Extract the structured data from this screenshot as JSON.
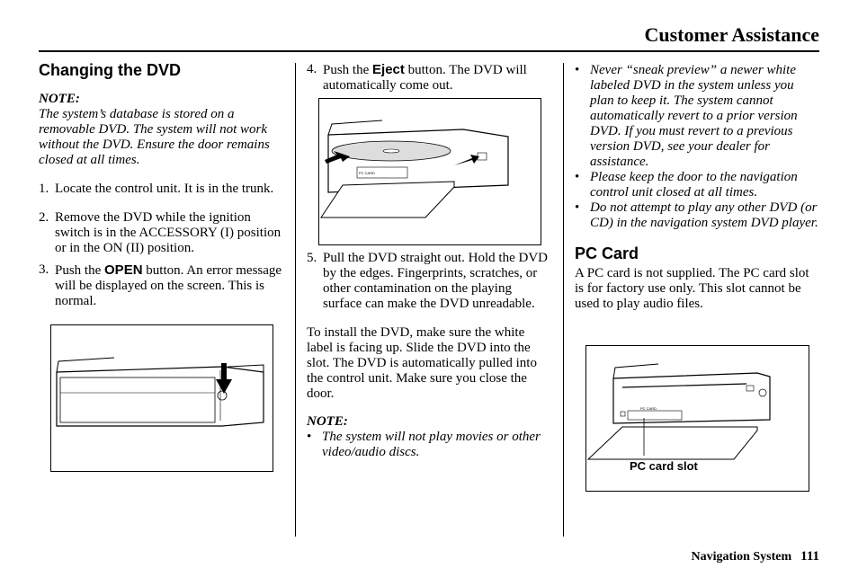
{
  "header": {
    "title": "Customer Assistance"
  },
  "col1": {
    "heading": "Changing the DVD",
    "note_label": "NOTE:",
    "note_text": "The system’s database is stored on a removable DVD. The system will not work without the DVD. Ensure the door remains closed at all times.",
    "steps": [
      {
        "num": "1.",
        "text": "Locate the control unit. It is in the trunk."
      },
      {
        "num": "2.",
        "text": "Remove the DVD while the ignition switch is in the ACCESSORY (I) position or in the ON (II) position."
      },
      {
        "num": "3.",
        "pre": "Push the",
        "bold": "OPEN",
        "post": "button. An error message will be displayed on the screen. This is normal."
      }
    ]
  },
  "col2": {
    "step4": {
      "num": "4.",
      "pre": "Push the",
      "bold": "Eject",
      "post": "button. The DVD will automatically come out."
    },
    "figure_label": "PC CARD",
    "step5": {
      "num": "5.",
      "text": "Pull the DVD straight out. Hold the DVD by the edges. Fingerprints, scratches, or other contamination on the playing surface can make the DVD unreadable."
    },
    "install_text": "To install the DVD, make sure the white label is facing up. Slide the DVD into the slot. The DVD is automatically pulled into the control unit. Make sure you close the door.",
    "note_label": "NOTE:",
    "note_bullets": [
      "The system will not play movies or other video/audio discs."
    ]
  },
  "col3": {
    "bullets": [
      "Never “sneak preview” a newer white labeled DVD in the system unless you plan to keep it. The system cannot automatically revert to a prior version DVD. If you must revert to a previous version DVD, see your dealer for assistance.",
      "Please keep the door to the navigation control unit closed at all times.",
      "Do not attempt to play any other DVD (or CD) in the navigation system DVD player."
    ],
    "pc_heading": "PC Card",
    "pc_text": "A PC card is not supplied. The PC card slot is for factory use only. This slot cannot be used to play audio files.",
    "figure_label": "PC CARD",
    "figure_caption": "PC card slot"
  },
  "footer": {
    "label": "Navigation System",
    "page": "111"
  }
}
